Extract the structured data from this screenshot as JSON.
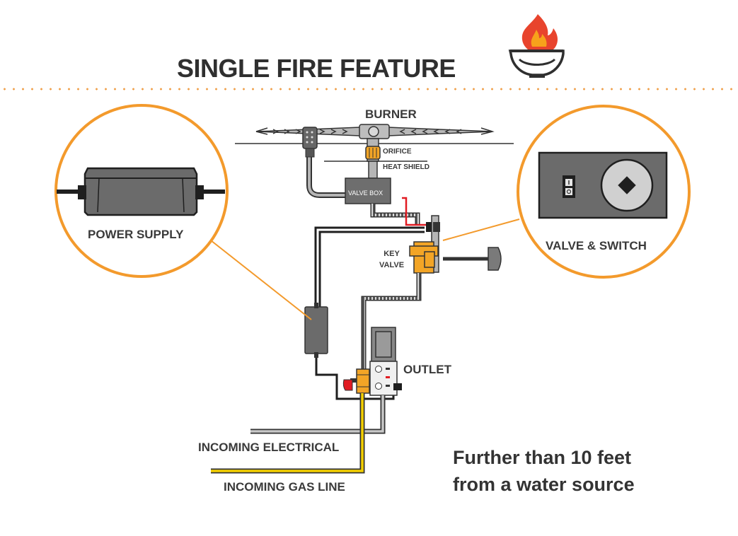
{
  "header": {
    "title": "SINGLE FIRE FEATURE",
    "icon": "fire-bowl-icon"
  },
  "labels": {
    "burner": "BURNER",
    "orifice": "ORIFICE",
    "heat_shield": "HEAT SHIELD",
    "valve_box": "VALVE BOX",
    "key_valve_line1": "KEY",
    "key_valve_line2": "VALVE",
    "power_supply": "POWER SUPPLY",
    "valve_switch": "VALVE & SWITCH",
    "outlet": "OUTLET",
    "incoming_electrical": "INCOMING ELECTRICAL",
    "incoming_gas": "INCOMING GAS LINE"
  },
  "note": {
    "line1": "Further than 10 feet",
    "line2": "from a water source"
  },
  "colors": {
    "accent_orange": "#f39a2c",
    "gas_yellow": "#f4d000",
    "wire_black": "#1f1f1f",
    "wire_red": "#e11b22",
    "component_gray": "#6b6b6b",
    "flame_red": "#e8442d"
  }
}
